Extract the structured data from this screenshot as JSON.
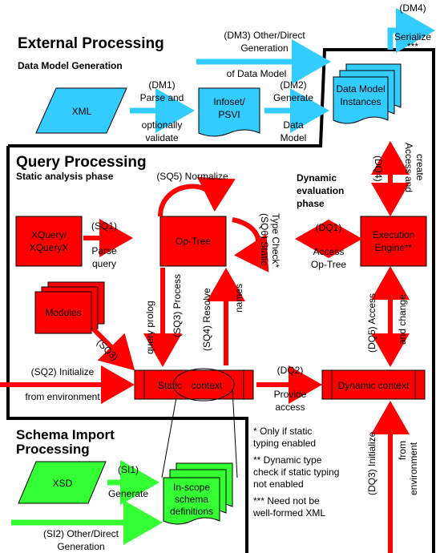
{
  "sections": {
    "external": "External Processing",
    "data_model_generation": "Data Model Generation",
    "query": "Query Processing",
    "static_analysis": "Static analysis phase",
    "dynamic_eval_1": "Dynamic",
    "dynamic_eval_2": "evaluation",
    "dynamic_eval_3": "phase",
    "schema_import_1": "Schema Import",
    "schema_import_2": "Processing"
  },
  "nodes": {
    "xml": "XML",
    "infoset_1": "Infoset/",
    "infoset_2": "PSVI",
    "dm_instances_1": "Data Model",
    "dm_instances_2": "Instances",
    "xquery_1": "XQuery/",
    "xquery_2": "XQueryX",
    "op_tree": "Op-Tree",
    "exec_engine_1": "Execution",
    "exec_engine_2": "Engine**",
    "modules": "Modules",
    "static_ctx_1": "Static",
    "static_ctx_2": "context",
    "dynamic_ctx": "Dynamic context",
    "xsd": "XSD",
    "inscope_1": "In-scope",
    "inscope_2": "schema",
    "inscope_3": "definitions"
  },
  "labels": {
    "dm4_code": "(DM4)",
    "dm4_1": "Serialize",
    "dm4_2": "***",
    "dm3_1": "(DM3) Other/Direct",
    "dm3_2": "Generation",
    "dm3_3": "of Data Model",
    "dm1_1": "(DM1)",
    "dm1_2": "Parse and",
    "dm1_3": "optionally",
    "dm1_4": "validate",
    "dm2_1": "(DM2)",
    "dm2_2": "Generate",
    "dm2_3": "Data",
    "dm2_4": "Model",
    "sq5": "(SQ5) Normalize",
    "sq6_1": "(SQ6) Static",
    "sq6_2": "Type Check*",
    "dq4_1": "(DQ4)",
    "dq4_2": "Access and",
    "dq4_3": "create",
    "sq1_1": "(SQ1)",
    "sq1_2": "Parse",
    "sq1_3": "query",
    "dq1_1": "(DQ1)",
    "dq1_2": "Access",
    "dq1_3": "Op-Tree",
    "sq3_1": "(SQ3) Process",
    "sq3_2": "query prolog",
    "sq4_1": "(SQ4) Resolve",
    "sq4_2": "names",
    "sq3_short": "(SQ3)",
    "dq5_1": "(DQ5) Access",
    "dq5_2": "and change",
    "sq2_1": "(SQ2) Initialize",
    "sq2_2": "from environment",
    "dq2_1": "(DQ2)",
    "dq2_2": "Provide",
    "dq2_3": "access",
    "dq3_1": "(DQ3) Initialize",
    "dq3_2": "from",
    "dq3_3": "environment",
    "si1_1": "(SI1)",
    "si1_2": "Generate",
    "si2_1": "(SI2) Other/Direct",
    "si2_2": "Generation"
  },
  "notes": {
    "n1": "* Only if static",
    "n2": "typing enabled",
    "n3": "** Dynamic type",
    "n4": "check if static typing",
    "n5": "not enabled",
    "n6": "*** Need not be",
    "n7": "well-formed XML"
  },
  "colors": {
    "blue": "#33ccff",
    "red": "#ff0000",
    "green": "#33ff33",
    "border": "#000000"
  }
}
